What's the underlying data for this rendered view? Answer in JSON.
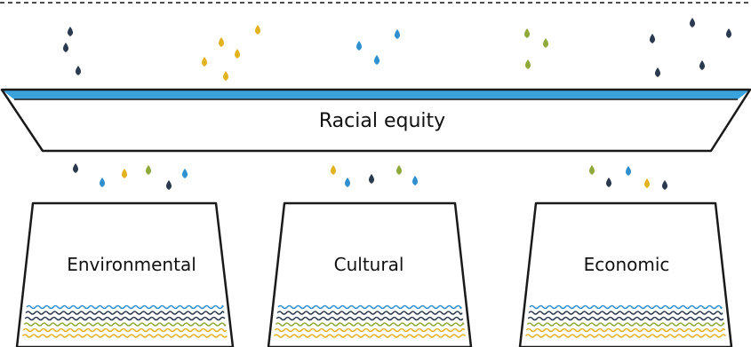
{
  "trough": {
    "label": "Racial equity"
  },
  "buckets": [
    {
      "label": "Environmental"
    },
    {
      "label": "Cultural"
    },
    {
      "label": "Economic"
    }
  ],
  "colors": {
    "dark": "#2b3a4f",
    "blue": "#2f8fcf",
    "gold": "#e3b21f",
    "green": "#8fa93b",
    "water": "#3aa3dc",
    "outline": "#1a1a1a"
  },
  "drops_above": [
    {
      "color": "dark"
    },
    {
      "color": "dark"
    },
    {
      "color": "dark"
    },
    {
      "color": "gold"
    },
    {
      "color": "gold"
    },
    {
      "color": "gold"
    },
    {
      "color": "gold"
    },
    {
      "color": "gold"
    },
    {
      "color": "blue"
    },
    {
      "color": "blue"
    },
    {
      "color": "blue"
    },
    {
      "color": "green"
    },
    {
      "color": "green"
    },
    {
      "color": "green"
    },
    {
      "color": "dark"
    },
    {
      "color": "dark"
    },
    {
      "color": "dark"
    },
    {
      "color": "dark"
    },
    {
      "color": "dark"
    }
  ],
  "drops_below": [
    [
      {
        "color": "dark"
      },
      {
        "color": "blue"
      },
      {
        "color": "gold"
      },
      {
        "color": "green"
      },
      {
        "color": "dark"
      },
      {
        "color": "blue"
      }
    ],
    [
      {
        "color": "gold"
      },
      {
        "color": "blue"
      },
      {
        "color": "dark"
      },
      {
        "color": "green"
      },
      {
        "color": "blue"
      }
    ],
    [
      {
        "color": "green"
      },
      {
        "color": "dark"
      },
      {
        "color": "blue"
      },
      {
        "color": "gold"
      },
      {
        "color": "dark"
      }
    ]
  ],
  "wave_colors": [
    "blue",
    "dark",
    "dark",
    "green",
    "gold",
    "gold"
  ]
}
